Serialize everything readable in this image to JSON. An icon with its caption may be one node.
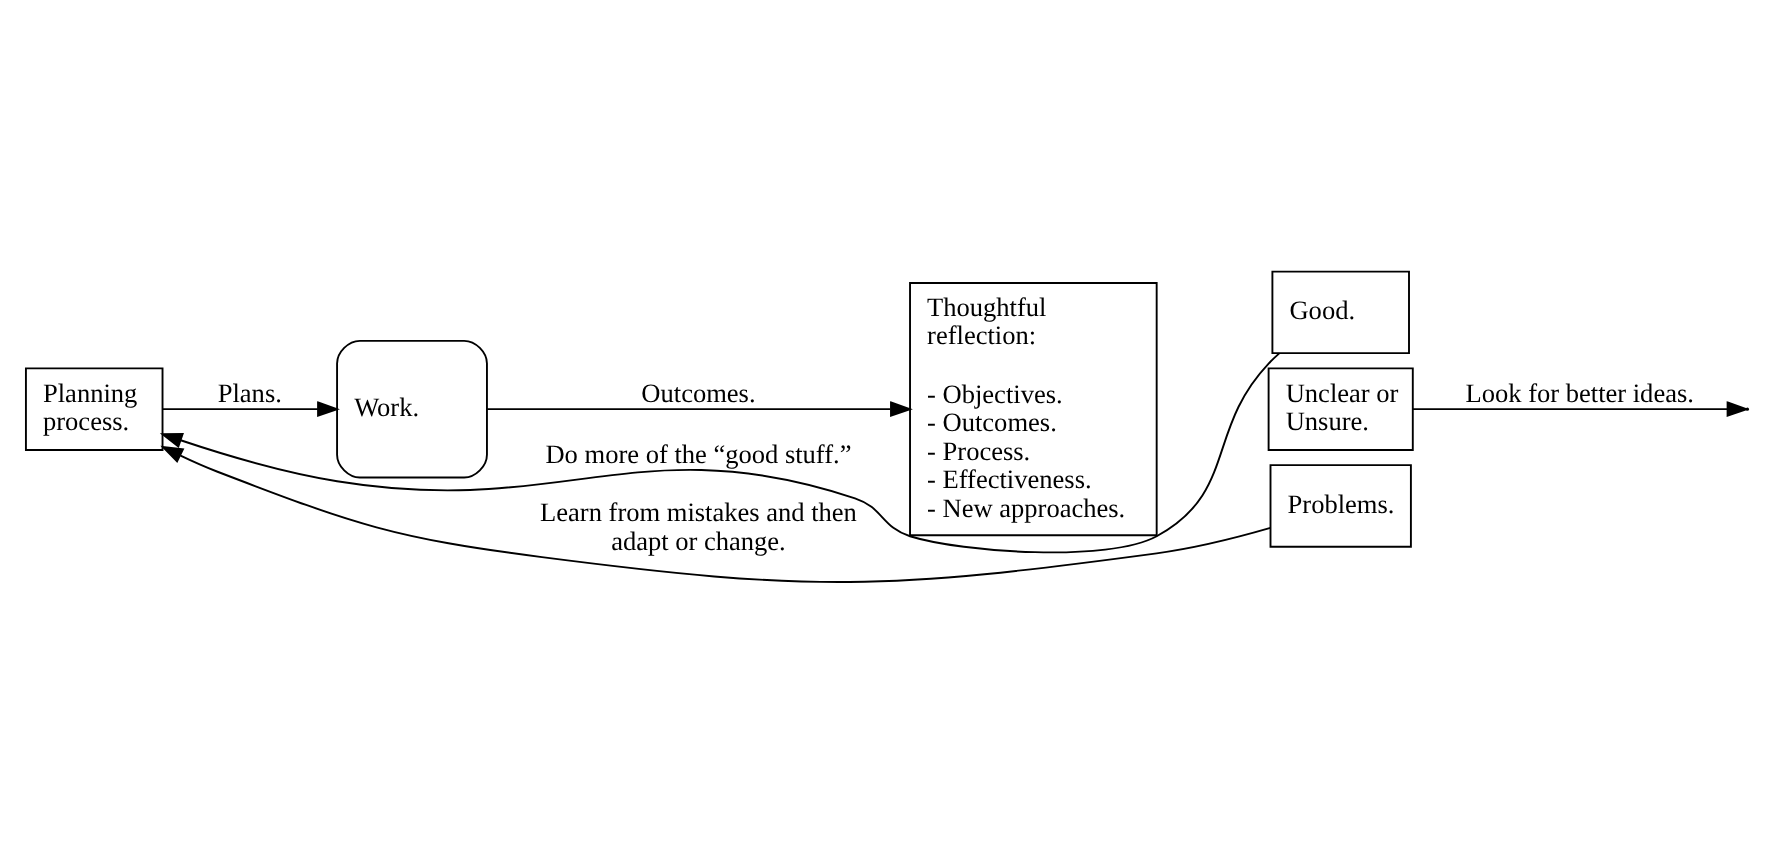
{
  "diagram": {
    "nodes": [
      {
        "text": [
          "Planning process."
        ]
      },
      {
        "text": [
          "Work."
        ]
      },
      {
        "text": [
          "Thoughtful reflection:",
          "- Objectives. - Outcomes. - Process. - Effectiveness. - New approaches."
        ]
      },
      {
        "text": [
          "Good."
        ]
      },
      {
        "text": [
          "Unclear or Unsure."
        ]
      },
      {
        "text": [
          "Problems."
        ]
      }
    ],
    "edges": [
      {
        "from": 0,
        "to": 1,
        "arrow": "to",
        "label": "Plans."
      },
      {
        "from": 1,
        "to": 2,
        "arrow": "to",
        "label": "Outcomes."
      },
      {
        "from": 3,
        "to": 0,
        "arrow": "to",
        "label": "Do more of the “good stuff.”"
      },
      {
        "from": 5,
        "to": 0,
        "arrow": "to",
        "label": "Learn from mistakes and then adapt or change."
      },
      {
        "from": 4,
        "to": null,
        "arrow": "to",
        "label": "Look for better ideas."
      }
    ]
  }
}
